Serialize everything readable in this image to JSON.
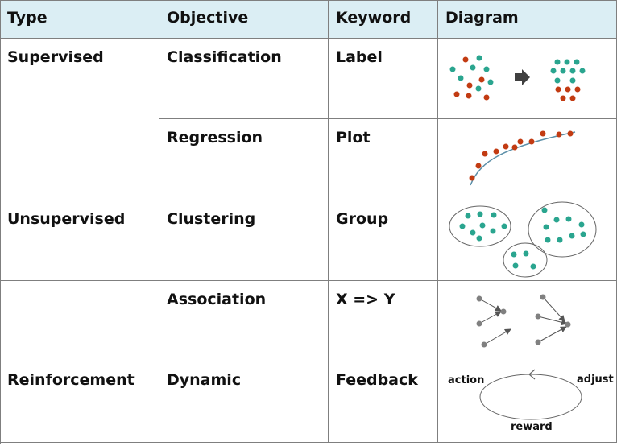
{
  "table": {
    "headers": [
      "Type",
      "Objective",
      "Keyword",
      "Diagram"
    ],
    "rows": [
      {
        "type": "Supervised",
        "objective": "Classification",
        "keyword": "Label"
      },
      {
        "type": "",
        "objective": "Regression",
        "keyword": "Plot"
      },
      {
        "type": "Unsupervised",
        "objective": "Clustering",
        "keyword": "Group"
      },
      {
        "type": "",
        "objective": "Association",
        "keyword": "X => Y"
      },
      {
        "type": "Reinforcement",
        "objective": "Dynamic",
        "keyword": "Feedback"
      }
    ]
  },
  "feedback_diagram": {
    "action": "action",
    "adjust": "adjust",
    "reward": "reward"
  },
  "colors": {
    "header_bg": "#dbeef4",
    "teal": "#2aa58f",
    "red": "#c23b12",
    "gray": "#808080",
    "border": "#7f7f7f"
  }
}
